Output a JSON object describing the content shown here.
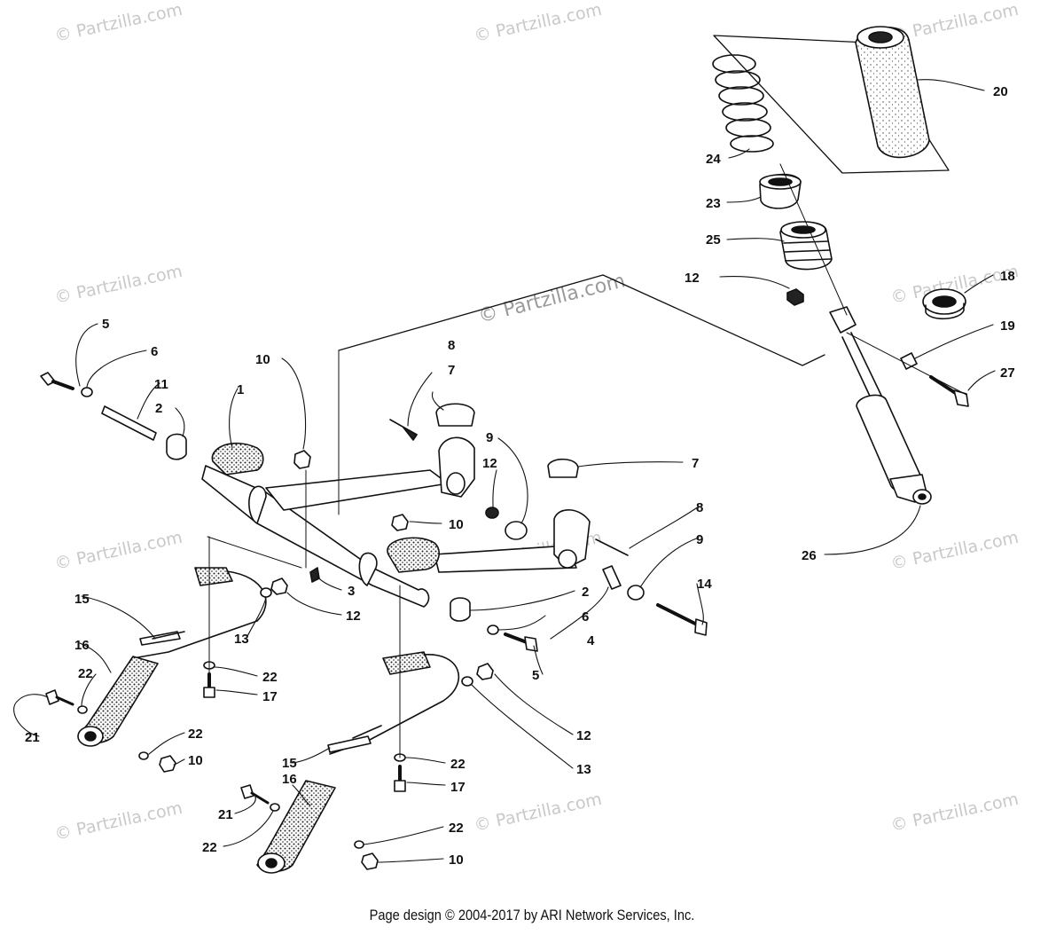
{
  "watermark": "© Partzilla.com",
  "footer": "Page design © 2004-2017 by ARI Network Services, Inc.",
  "callouts": [
    "1",
    "2",
    "3",
    "4",
    "5",
    "6",
    "7",
    "8",
    "9",
    "10",
    "11",
    "12",
    "13",
    "14",
    "15",
    "16",
    "17",
    "18",
    "19",
    "20",
    "21",
    "22",
    "23",
    "24",
    "25",
    "26",
    "27"
  ]
}
